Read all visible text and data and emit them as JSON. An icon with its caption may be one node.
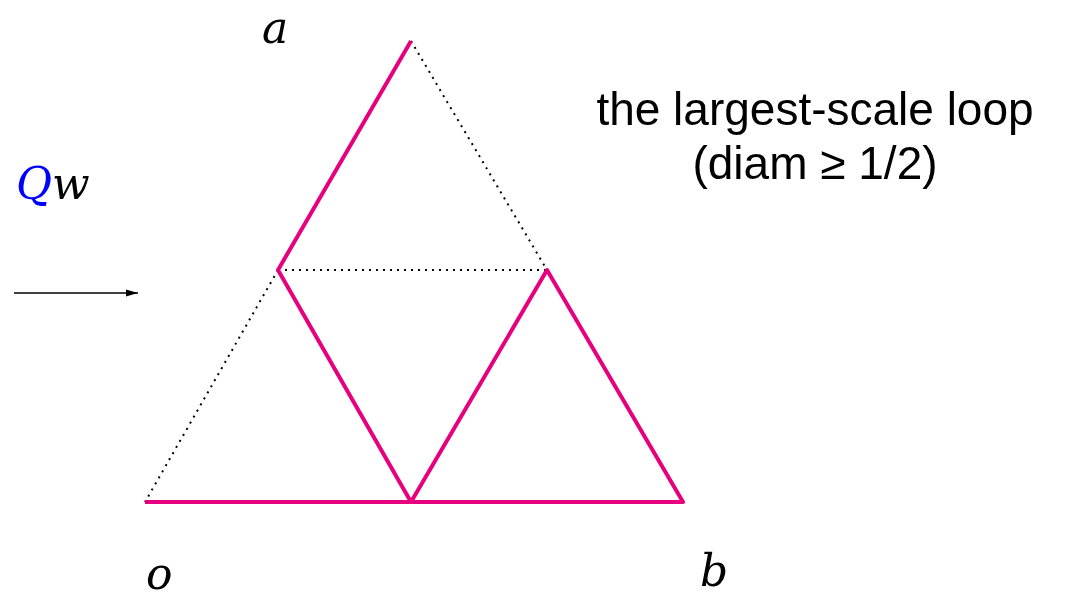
{
  "diagram": {
    "labels": [
      "a",
      "Qw",
      "the largest-scale loop (diam ≥ 1/2)",
      "o",
      "b"
    ]
  }
}
